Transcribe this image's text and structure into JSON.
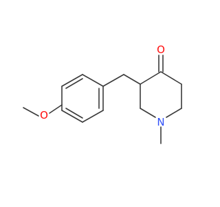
{
  "molecule": {
    "atoms": [
      {
        "id": "O1",
        "label": "O",
        "color": "#ff0d0d"
      },
      {
        "id": "O2",
        "label": "O",
        "color": "#ff0d0d"
      },
      {
        "id": "N1",
        "label": "N",
        "color": "#3050f8"
      }
    ],
    "bond_color": "#3a3a3a"
  }
}
